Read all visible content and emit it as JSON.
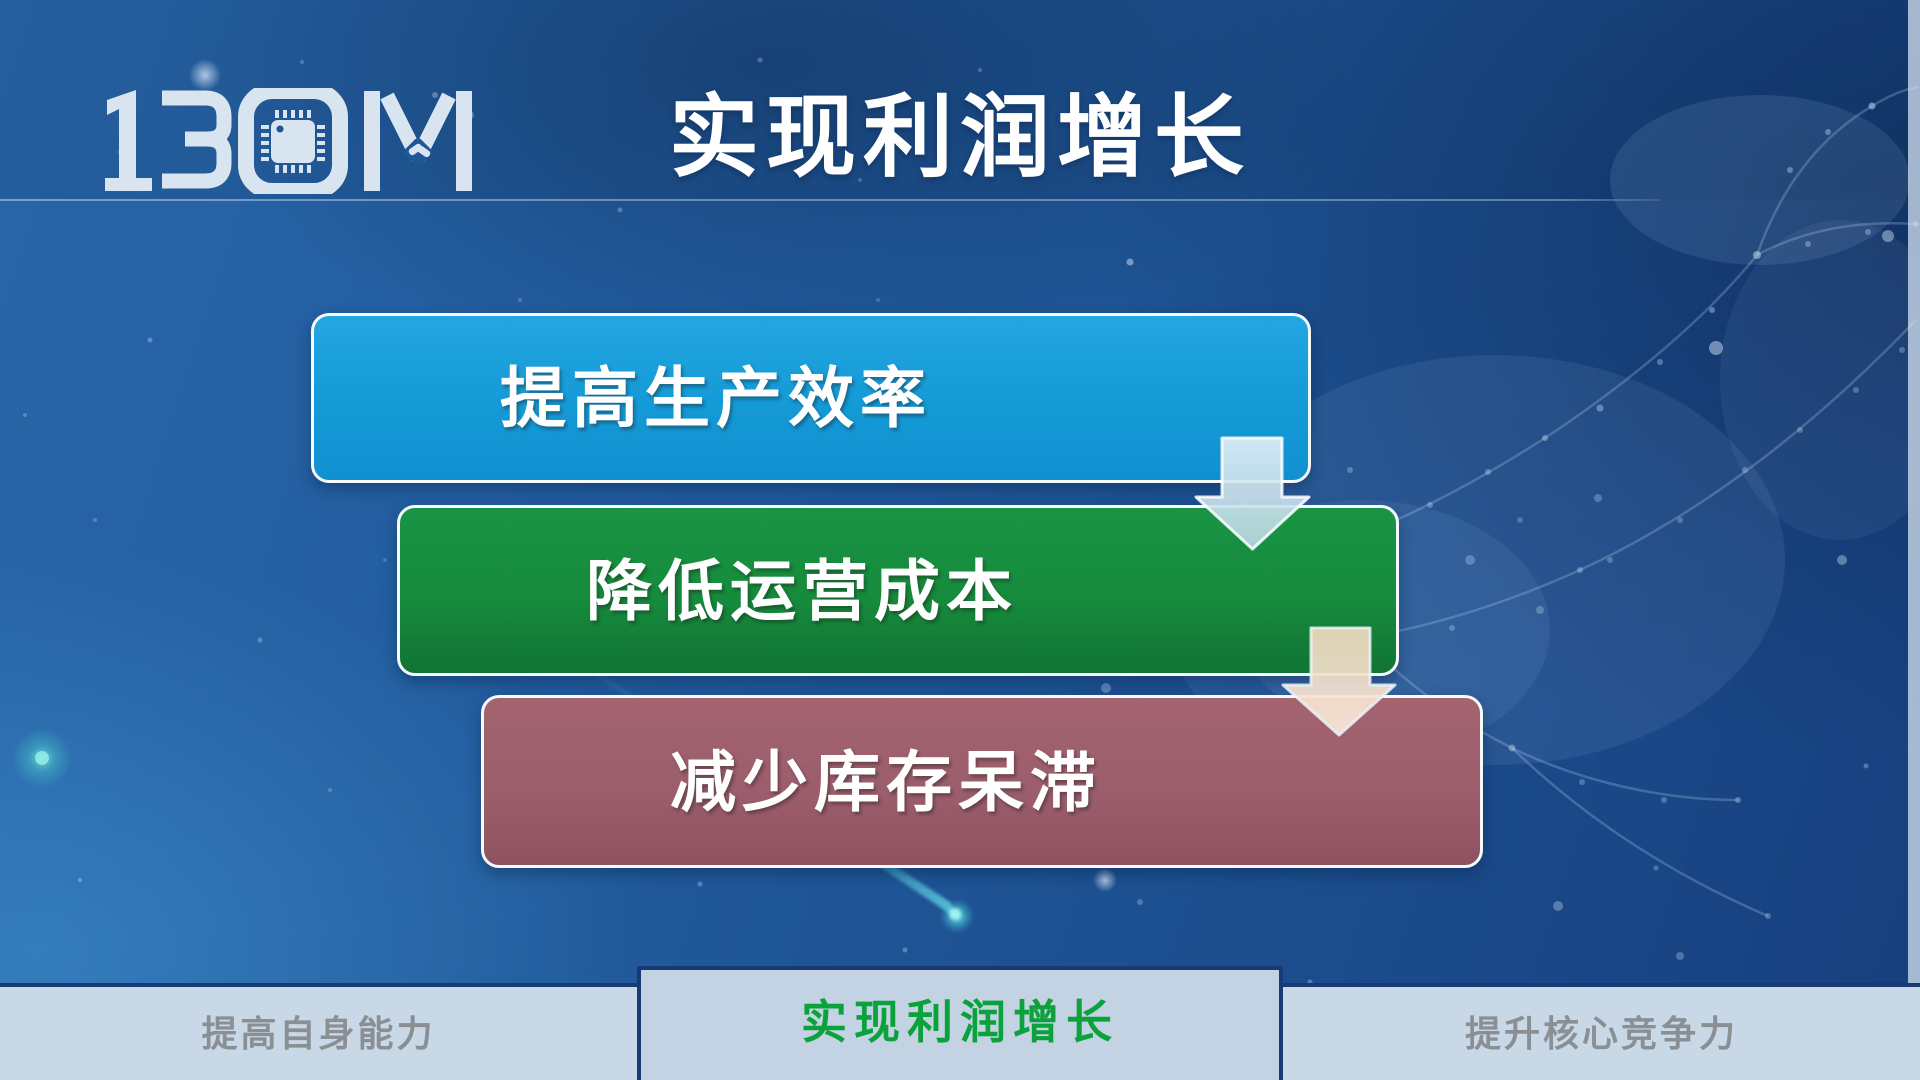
{
  "logo": {
    "brand": "BOM"
  },
  "title": "实现利润增长",
  "flow_steps": [
    {
      "label": "提高生产效率",
      "color": "#149AD6"
    },
    {
      "label": "降低运营成本",
      "color": "#168B3C"
    },
    {
      "label": "减少库存呆滞",
      "color": "#9C5E6C"
    }
  ],
  "arrows": [
    {
      "direction": "down",
      "color": "#CDE2EF"
    },
    {
      "direction": "down",
      "color": "#F3DECB"
    }
  ],
  "tabs": [
    {
      "label": "提高自身能力",
      "active": false
    },
    {
      "label": "实现利润增长",
      "active": true
    },
    {
      "label": "提升核心竞争力",
      "active": false
    }
  ],
  "colors": {
    "background_top_right": "#173F7E",
    "background_bottom_left": "#2866A9",
    "title_text": "#FFFFFF",
    "box_text": "#FFFFFF",
    "box_border": "#F4F9FC",
    "logo": "#D8E5F1",
    "tab_bar_bg": "#C9D8E7",
    "active_tab_bg": "#C3D3E4",
    "tab_border": "#173A74",
    "active_tab_text": "#0BA23C",
    "inactive_tab_text": "#8A8F94",
    "comet": "#4FD0DC"
  }
}
